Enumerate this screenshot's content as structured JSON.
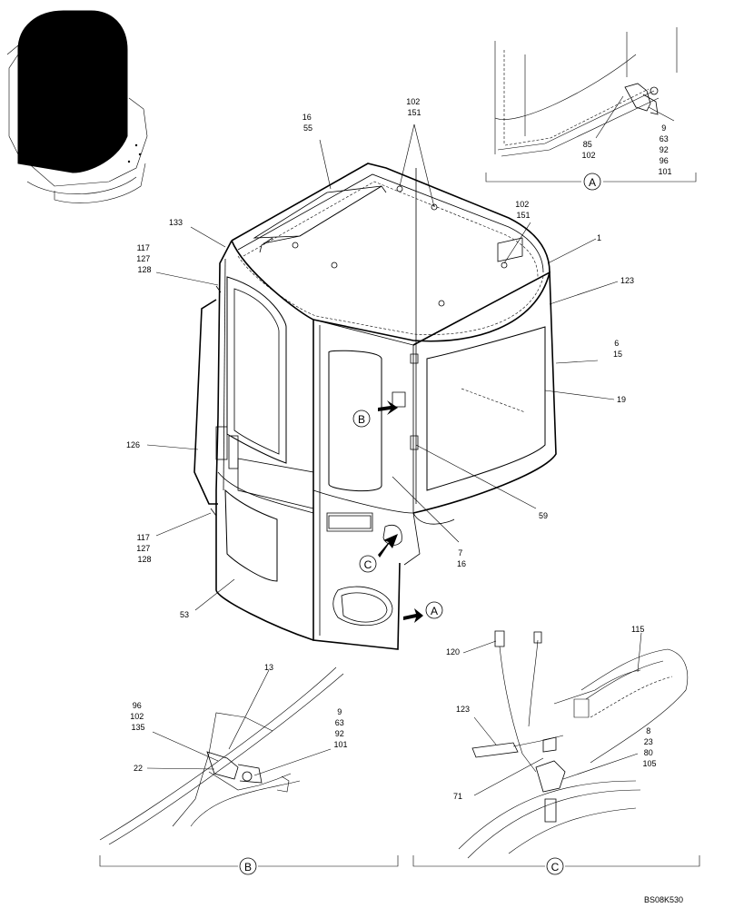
{
  "figure_code": "BS08K530",
  "main": {
    "callouts": {
      "c16_55": [
        "16",
        "55"
      ],
      "c102_151_top": [
        "102",
        "151"
      ],
      "c102_151_right": [
        "102",
        "151"
      ],
      "c1": "1",
      "c123": "123",
      "c6_15": [
        "6",
        "15"
      ],
      "c19": "19",
      "c133": "133",
      "c117_127_128_top": [
        "117",
        "127",
        "128"
      ],
      "c126": "126",
      "c117_127_128_bottom": [
        "117",
        "127",
        "128"
      ],
      "c53": "53",
      "c59": "59",
      "c7_16": [
        "7",
        "16"
      ]
    },
    "view_refs": {
      "b": "B",
      "c": "C",
      "a": "A"
    }
  },
  "detail_a": {
    "ref": "A",
    "callouts": {
      "c85_102": [
        "85",
        "102"
      ],
      "c9_group": [
        "9",
        "63",
        "92",
        "96",
        "101"
      ]
    }
  },
  "detail_b": {
    "ref": "B",
    "callouts": {
      "c13": "13",
      "c96_group": [
        "96",
        "102",
        "135"
      ],
      "c22": "22",
      "c9_group": [
        "9",
        "63",
        "92",
        "101"
      ]
    }
  },
  "detail_c": {
    "ref": "C",
    "callouts": {
      "c115": "115",
      "c120": "120",
      "c123": "123",
      "c8_group": [
        "8",
        "23",
        "80",
        "105"
      ],
      "c71": "71"
    }
  }
}
